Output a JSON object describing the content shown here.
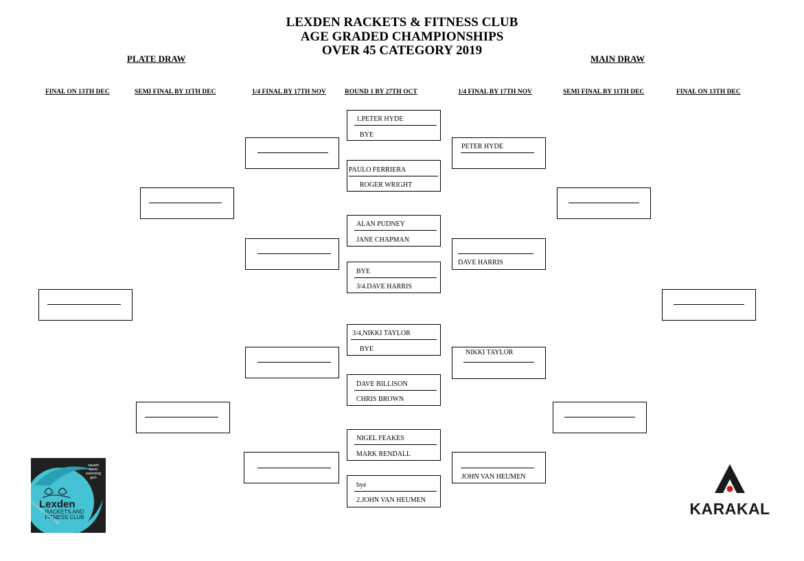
{
  "header": {
    "line1": "LEXDEN RACKETS & FITNESS CLUB",
    "line2": "AGE GRADED CHAMPIONSHIPS",
    "line3": "OVER 45 CATEGORY 2019"
  },
  "sections": {
    "plate": "PLATE DRAW",
    "main": "MAIN DRAW"
  },
  "columns": {
    "plate_final": "FINAL ON 13TH DEC",
    "plate_semi": "SEMI FINAL BY 11TH  DEC",
    "plate_qf": "1/4 FINAL BY 17TH NOV",
    "round1": "ROUND 1 BY 27TH OCT",
    "main_qf": "1/4 FINAL BY  17TH NOV",
    "main_semi": "SEMI FINAL BY 11TH DEC",
    "main_final": "FINAL ON 13TH DEC"
  },
  "round1": [
    {
      "p1": "1.PETER HYDE",
      "p2": "BYE"
    },
    {
      "p1": "PAULO FERRIERA",
      "p2": "ROGER WRIGHT"
    },
    {
      "p1": "ALAN PUDNEY",
      "p2": "JANE CHAPMAN"
    },
    {
      "p1": "BYE",
      "p2": "3/4.DAVE HARRIS"
    },
    {
      "p1": "3/4,NIKKI TAYLOR",
      "p2": "BYE"
    },
    {
      "p1": "DAVE BILLISON",
      "p2": "CHRIS BROWN"
    },
    {
      "p1": "NIGEL FEAKES",
      "p2": "MARK RENDALL"
    },
    {
      "p1": "bye",
      "p2": "2.JOHN VAN HEUMEN"
    }
  ],
  "main_qf": [
    {
      "p1": "PETER HYDE",
      "p2": ""
    },
    {
      "p1": "",
      "p2": "DAVE HARRIS"
    },
    {
      "p1": "NIKKI TAYLOR",
      "p2": ""
    },
    {
      "p1": "",
      "p2": "JOHN VAN HEUMEN"
    }
  ],
  "logos": {
    "lexden_name": "Lexden",
    "lexden_sub": "RACKETS AND FITNESS CLUB",
    "lexden_activities": "squash tennis swimming gym",
    "lexden_tagline": "The family friendly club",
    "karakal": "KARAKAL"
  },
  "colors": {
    "lexden_teal": "#45c2d3",
    "karakal_red": "#d0181f"
  }
}
